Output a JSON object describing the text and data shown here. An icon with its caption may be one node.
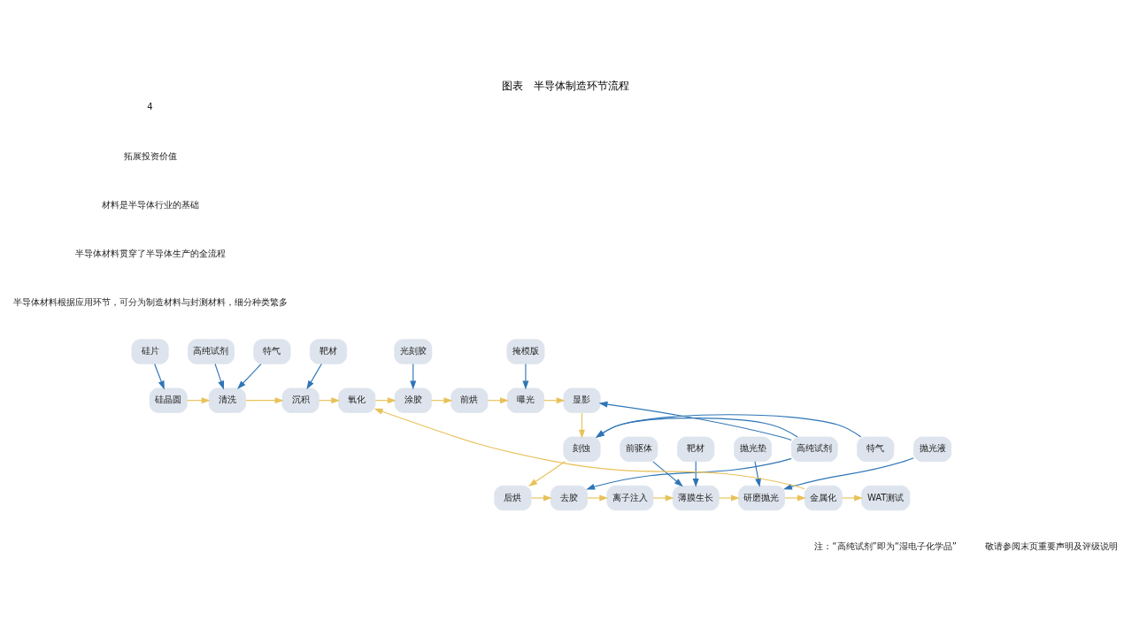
{
  "diagram": {
    "title": "图表　半导体制造环节流程",
    "nodes": [
      {
        "text": [
          "硅片"
        ]
      },
      {
        "text": [
          "高纯试剂"
        ]
      },
      {
        "text": [
          "特气"
        ]
      },
      {
        "text": [
          "靶材"
        ]
      },
      {
        "text": [
          "光刻胶"
        ]
      },
      {
        "text": [
          "掩模版"
        ]
      },
      {
        "text": [
          "硅晶圆"
        ]
      },
      {
        "text": [
          "清洗"
        ]
      },
      {
        "text": [
          "沉积"
        ]
      },
      {
        "text": [
          "氧化"
        ]
      },
      {
        "text": [
          "涂胶"
        ]
      },
      {
        "text": [
          "前烘"
        ]
      },
      {
        "text": [
          "曝光"
        ]
      },
      {
        "text": [
          "显影"
        ]
      },
      {
        "text": [
          "抛光垫"
        ]
      },
      {
        "text": [
          "抛光液"
        ]
      },
      {
        "text": [
          "前驱体"
        ]
      },
      {
        "text": [
          "靶材"
        ]
      },
      {
        "text": [
          "高纯试剂"
        ]
      },
      {
        "text": [
          "刻蚀"
        ]
      },
      {
        "text": [
          "特气"
        ]
      },
      {
        "text": [
          "WAT测试"
        ]
      },
      {
        "text": [
          "金属化"
        ]
      },
      {
        "text": [
          "研磨抛光"
        ]
      },
      {
        "text": [
          "薄膜生长"
        ]
      },
      {
        "text": [
          "离子注入"
        ]
      },
      {
        "text": [
          "去胶"
        ]
      },
      {
        "text": [
          "后烘"
        ]
      }
    ],
    "edges": [
      {
        "from": 0,
        "to": 6,
        "arrow": "to",
        "color": "#2e75b6"
      },
      {
        "from": 1,
        "to": 7,
        "arrow": "to",
        "color": "#2e75b6"
      },
      {
        "from": 2,
        "to": 7,
        "arrow": "to",
        "color": "#2e75b6"
      },
      {
        "from": 3,
        "to": 8,
        "arrow": "to",
        "color": "#2e75b6"
      },
      {
        "from": 4,
        "to": 10,
        "arrow": "to",
        "color": "#2e75b6"
      },
      {
        "from": 5,
        "to": 12,
        "arrow": "to",
        "color": "#2e75b6"
      },
      {
        "from": 6,
        "to": 7,
        "arrow": "to"
      },
      {
        "from": 7,
        "to": 8,
        "arrow": "to"
      },
      {
        "from": 8,
        "to": 9,
        "arrow": "to"
      },
      {
        "from": 9,
        "to": 10,
        "arrow": "to"
      },
      {
        "from": 10,
        "to": 11,
        "arrow": "to"
      },
      {
        "from": 11,
        "to": 12,
        "arrow": "to"
      },
      {
        "from": 12,
        "to": 13,
        "arrow": "to"
      },
      {
        "from": 13,
        "to": 19,
        "arrow": "to"
      },
      {
        "from": 18,
        "to": 13,
        "arrow": "to",
        "color": "#2e75b6"
      },
      {
        "from": 18,
        "to": 19,
        "arrow": "to",
        "color": "#2e75b6"
      },
      {
        "from": 20,
        "to": 19,
        "arrow": "to",
        "color": "#2e75b6"
      },
      {
        "from": 18,
        "to": 26,
        "arrow": "to",
        "color": "#2e75b6"
      },
      {
        "from": 19,
        "to": 27,
        "arrow": "to"
      },
      {
        "from": 27,
        "to": 26,
        "arrow": "to"
      },
      {
        "from": 26,
        "to": 25,
        "arrow": "to"
      },
      {
        "from": 25,
        "to": 24,
        "arrow": "to"
      },
      {
        "from": 24,
        "to": 23,
        "arrow": "to"
      },
      {
        "from": 23,
        "to": 22,
        "arrow": "to"
      },
      {
        "from": 22,
        "to": 21,
        "arrow": "to"
      },
      {
        "from": 14,
        "to": 23,
        "arrow": "to",
        "color": "#2e75b6"
      },
      {
        "from": 15,
        "to": 23,
        "arrow": "to",
        "color": "#2e75b6"
      },
      {
        "from": 16,
        "to": 24,
        "arrow": "to",
        "color": "#2e75b6"
      },
      {
        "from": 17,
        "to": 24,
        "arrow": "to",
        "color": "#2e75b6"
      },
      {
        "from": 22,
        "to": 9,
        "arrow": "to"
      }
    ],
    "labels": [
      "4",
      "拓展投资价值",
      "材料是半导体行业的基础",
      "半导体材料贯穿了半导体生产的全流程",
      "半导体材料根据应用环节，可分为制造材料与封测材料，细分种类繁多",
      "注：“高纯试剂”即为“湿电子化学品”",
      "敬请参阅末页重要声明及评级说明"
    ]
  }
}
